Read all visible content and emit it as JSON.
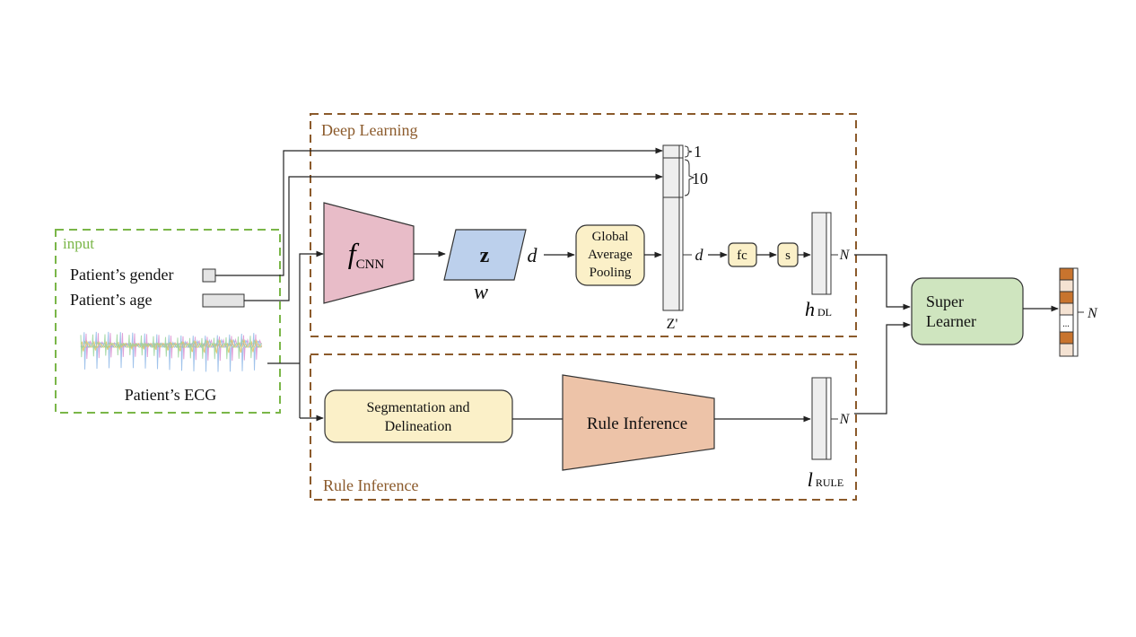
{
  "colors": {
    "input_border": "#7ab648",
    "group_border": "#8b5a2b",
    "cnn_fill": "#e8bcc8",
    "z_fill": "#bcd0ec",
    "box_fill": "#fbf0c8",
    "rule_fill": "#edc3a8",
    "super_fill": "#cfe5bf",
    "stack_fill": "#eeeeee",
    "output_dark": "#c8742e",
    "output_light": "#f4e2d2"
  },
  "input": {
    "label": "input",
    "gender_label": "Patient’s gender",
    "age_label": "Patient’s age",
    "ecg_label": "Patient’s ECG"
  },
  "deep_learning": {
    "label": "Deep Learning",
    "cnn_symbol": "f",
    "cnn_subscript": "CNN",
    "z_symbol": "z",
    "w_label": "w",
    "d_label_1": "d",
    "gap_lines": [
      "Global",
      "Average",
      "Pooling"
    ],
    "stack_label": "Z'",
    "brace_1": "1",
    "brace_10": "10",
    "d_label_2": "d",
    "fc_label": "fc",
    "s_label": "s",
    "n_label": "N",
    "h_symbol": "h",
    "h_subscript": "DL"
  },
  "rule_inference": {
    "label": "Rule Inference",
    "seg_lines": [
      "Segmentation and",
      "Delineation"
    ],
    "rule_box_label": "Rule Inference",
    "n_label": "N",
    "l_symbol": "l",
    "l_subscript": "RULE"
  },
  "super_learner": {
    "lines": [
      "Super",
      "Learner"
    ]
  },
  "output": {
    "ellipsis": "...",
    "n_label": "N"
  }
}
